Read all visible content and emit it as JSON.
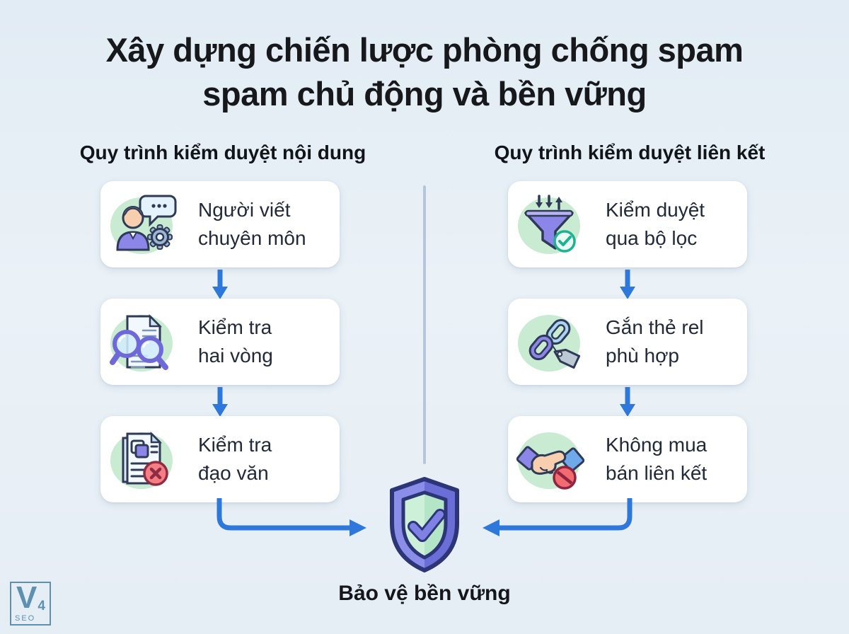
{
  "title": {
    "line1": "Xây dựng chiến lược phòng chống spam",
    "line2": "spam chủ động và bền vững"
  },
  "columns": [
    {
      "header": "Quy trình kiểm duyệt nội dung",
      "steps": [
        {
          "line1": "Người viết",
          "line2": "chuyên môn",
          "icon": "writer-speech-gear-icon"
        },
        {
          "line1": "Kiểm tra",
          "line2": "hai vòng",
          "icon": "double-magnifier-document-icon"
        },
        {
          "line1": "Kiểm tra",
          "line2": "đạo văn",
          "icon": "plagiarism-document-x-icon"
        }
      ]
    },
    {
      "header": "Quy trình kiểm duyệt liên kết",
      "steps": [
        {
          "line1": "Kiểm duyệt",
          "line2": "qua bộ lọc",
          "icon": "filter-funnel-check-icon"
        },
        {
          "line1": "Gắn thẻ rel",
          "line2": "phù hợp",
          "icon": "chain-link-tag-icon"
        },
        {
          "line1": "Không mua",
          "line2": "bán liên kết",
          "icon": "handshake-prohibited-icon"
        }
      ]
    }
  ],
  "footer": {
    "label": "Bảo vệ bền vững",
    "icon": "shield-check-icon"
  },
  "logo": {
    "letter": "V",
    "number": "4",
    "text": "SEO"
  },
  "colors": {
    "background": "#e8f0f7",
    "card": "#ffffff",
    "icon_background": "#c8ebd2",
    "arrow_blue": "#2e78dc",
    "divider": "#b6c6da",
    "title_text": "#16181c",
    "accent_purple": "#8d86e9",
    "success_teal": "#1db390",
    "danger_red": "#f26b71",
    "shield_purple": "#6b6ed6",
    "shield_green": "#b6e7c8",
    "logo_blue": "#5e90b2"
  }
}
